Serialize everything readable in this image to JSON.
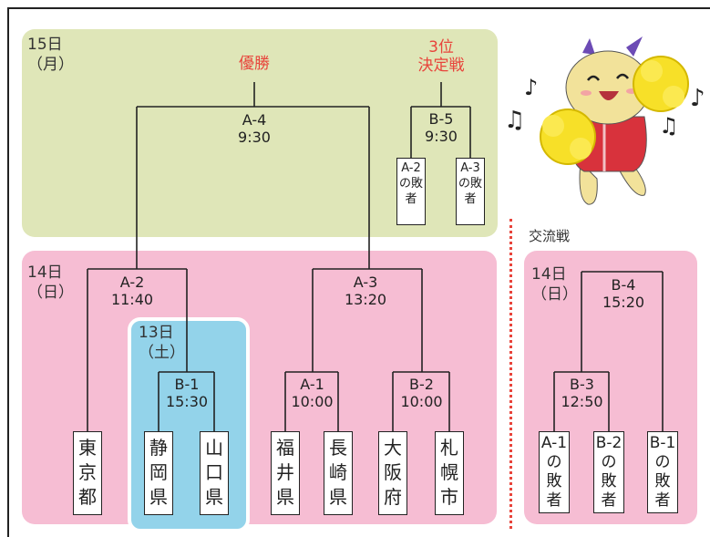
{
  "day15": {
    "label_line1": "15日",
    "label_line2": "（月）"
  },
  "day14": {
    "label_line1": "14日",
    "label_line2": "（日）"
  },
  "day13": {
    "label_line1": "13日",
    "label_line2": "（土）"
  },
  "exchange": {
    "title": "交流戦",
    "label_line1": "14日",
    "label_line2": "（日）"
  },
  "final": {
    "title": "優勝",
    "code": "A-4",
    "time": "9:30"
  },
  "third": {
    "title_line1": "3位",
    "title_line2": "決定戦",
    "code": "B-5",
    "time": "9:30",
    "left": "A-2の敗者",
    "right": "A-3の敗者"
  },
  "matches": {
    "a2": {
      "code": "A-2",
      "time": "11:40"
    },
    "a3": {
      "code": "A-3",
      "time": "13:20"
    },
    "b1": {
      "code": "B-1",
      "time": "15:30"
    },
    "a1": {
      "code": "A-1",
      "time": "10:00"
    },
    "b2": {
      "code": "B-2",
      "time": "10:00"
    },
    "b4": {
      "code": "B-4",
      "time": "15:20"
    },
    "b3": {
      "code": "B-3",
      "time": "12:50"
    }
  },
  "teams": [
    "東京都",
    "静岡県",
    "山口県",
    "福井県",
    "長崎県",
    "大阪府",
    "札幌市"
  ],
  "exchange_slots": [
    "A-1の敗者",
    "B-2の敗者",
    "B-1の敗者"
  ],
  "colors": {
    "green_panel": "#dfe6b8",
    "pink_panel": "#f6bdd3",
    "blue_panel": "#93d3ea",
    "accent_red": "#e8443b"
  }
}
